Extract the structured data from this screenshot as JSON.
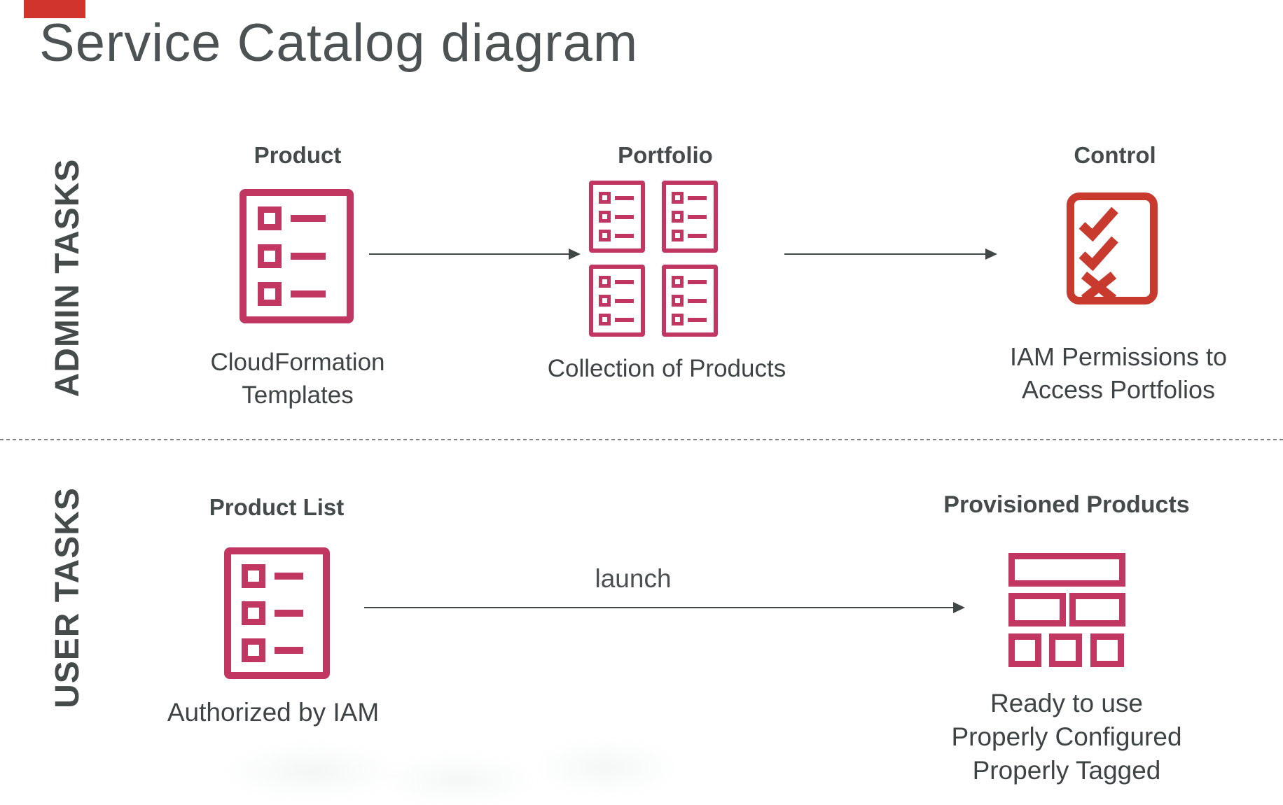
{
  "page": {
    "title": "Service Catalog diagram"
  },
  "colors": {
    "icon_crimson": "#c23762",
    "icon_red": "#c8392e",
    "heading_gray": "#454b4b",
    "caption_gray": "#3e4445",
    "arrow_gray": "#414747",
    "divider_gray": "#7f8585",
    "corner_marker_red": "#d1342c"
  },
  "sections": {
    "admin": {
      "label": "ADMIN TASKS",
      "product": {
        "heading": "Product",
        "caption_line1": "CloudFormation",
        "caption_line2": "Templates",
        "icon": "product-list-icon"
      },
      "portfolio": {
        "heading": "Portfolio",
        "caption_line1": "Collection of Products",
        "icon": "portfolio-grid-icon",
        "icon_count": 4
      },
      "control": {
        "heading": "Control",
        "caption_line1": "IAM Permissions to",
        "caption_line2": "Access Portfolios",
        "icon": "checklist-icon"
      }
    },
    "user": {
      "label": "USER TASKS",
      "product_list": {
        "heading": "Product List",
        "caption_line1": "Authorized by IAM",
        "icon": "product-list-icon"
      },
      "launch_label": "launch",
      "provisioned": {
        "heading": "Provisioned Products",
        "caption_line1": "Ready to use",
        "caption_line2": "Properly Configured",
        "caption_line3": "Properly Tagged",
        "icon": "bricks-icon"
      }
    }
  }
}
